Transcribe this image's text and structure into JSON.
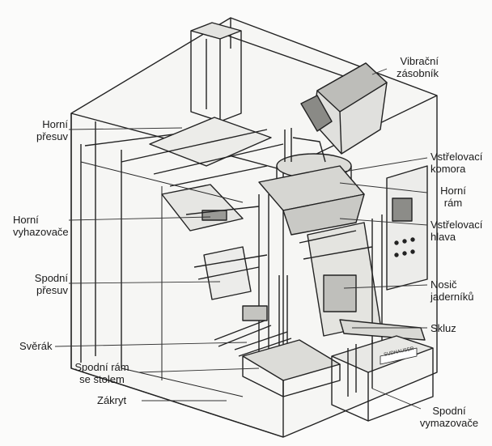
{
  "labels": {
    "vibracni_zasobnik": [
      "Vibrační",
      "zásobník"
    ],
    "horni_presuv": [
      "Horní",
      "přesuv"
    ],
    "vstrelovaci_komora": [
      "Vstřelovací",
      "komora"
    ],
    "horni_ram": [
      "Horní",
      "rám"
    ],
    "horni_vyhazovace": [
      "Horní",
      "vyhazovače"
    ],
    "vstrelovaci_hlava": [
      "Vstřelovací",
      "hlava"
    ],
    "spodni_presuv": [
      "Spodní",
      "přesuv"
    ],
    "nosic_jaderniku": [
      "Nosič",
      "jaderníků"
    ],
    "skluz": [
      "Skluz"
    ],
    "sverak": [
      "Svěrák"
    ],
    "spodni_ram_se_stolem": [
      "Spodní rám",
      "se stolem"
    ],
    "zakryt": [
      "Zákryt"
    ],
    "spodni_vymazovace": [
      "Spodní",
      "vymazovače"
    ]
  },
  "machine_plate_text": "SUDHAUSER",
  "colors": {
    "line": "#222222",
    "leader": "#333333",
    "fill": "#f4f4f2",
    "shade": "#cfcfcc",
    "dark": "#6e6e6b"
  }
}
